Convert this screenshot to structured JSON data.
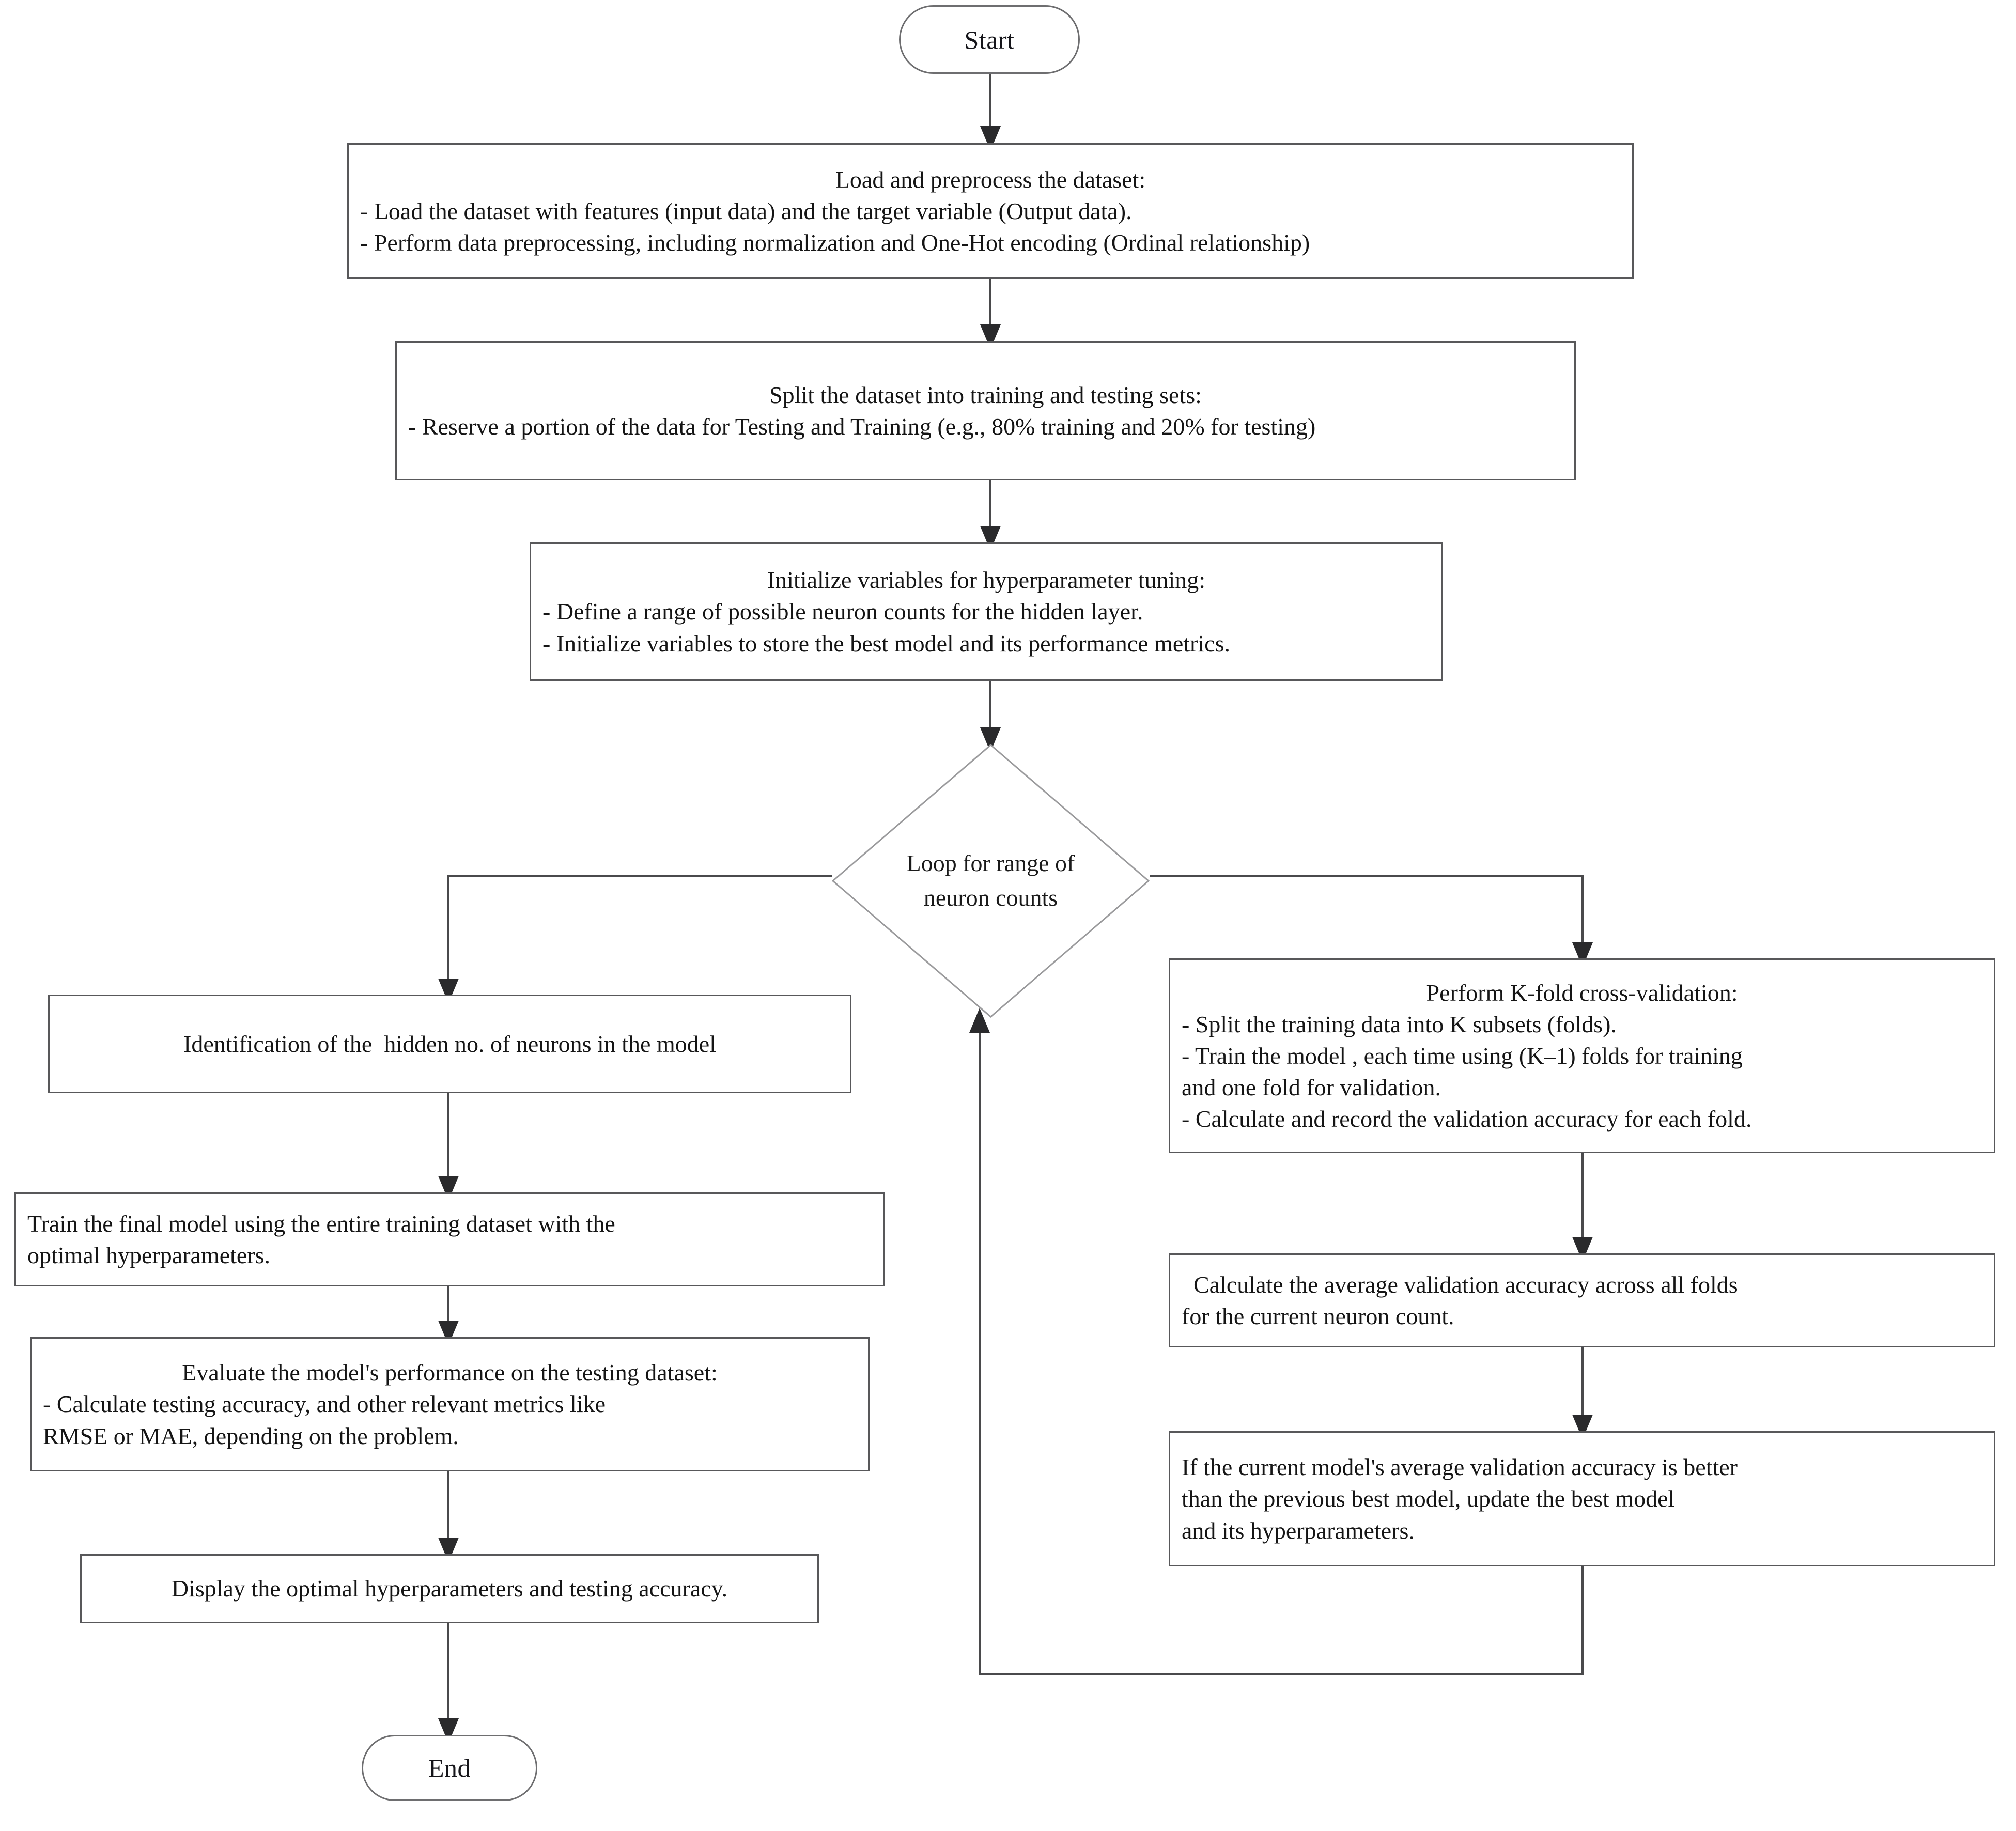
{
  "diagram": {
    "type": "flowchart",
    "title": "Hyperparameter tuning flowchart for neural network hidden neuron selection",
    "colors": {
      "box_border": "#58585a",
      "terminator_border": "#6e6e70",
      "edge": "#4a4a4c",
      "diamond_border": "#9a9a9c",
      "text": "#151515",
      "background": "#ffffff"
    }
  },
  "nodes": {
    "start": {
      "shape": "terminator",
      "label": "Start"
    },
    "load_preprocess": {
      "shape": "process",
      "lines": [
        {
          "text": "Load and preprocess the dataset:",
          "align": "center"
        },
        {
          "text": "- Load the dataset with features (input data) and the target variable (Output data).",
          "align": "left"
        },
        {
          "text": "- Perform data preprocessing, including normalization and One-Hot encoding (Ordinal relationship)",
          "align": "left"
        }
      ]
    },
    "split_dataset": {
      "shape": "process",
      "lines": [
        {
          "text": "Split the dataset into training and testing sets:",
          "align": "center"
        },
        {
          "text": "- Reserve a portion of the data for Testing and Training (e.g., 80% training and 20% for testing)",
          "align": "left"
        }
      ]
    },
    "init_variables": {
      "shape": "process",
      "lines": [
        {
          "text": "Initialize variables for hyperparameter tuning:",
          "align": "center"
        },
        {
          "text": "- Define a range of possible neuron counts for the hidden layer.",
          "align": "left"
        },
        {
          "text": "- Initialize variables to store the best model and its performance metrics.",
          "align": "left"
        }
      ]
    },
    "loop_decision": {
      "shape": "decision",
      "lines": [
        {
          "text": "Loop for range of",
          "align": "center"
        },
        {
          "text": "neuron counts",
          "align": "center"
        }
      ]
    },
    "identify_neurons": {
      "shape": "process",
      "lines": [
        {
          "text": "Identification of the  hidden no. of neurons in the model",
          "align": "center"
        }
      ]
    },
    "train_final_model": {
      "shape": "process",
      "lines": [
        {
          "text": "Train the final model using the entire training dataset with the",
          "align": "left"
        },
        {
          "text": "optimal hyperparameters.",
          "align": "left"
        }
      ]
    },
    "evaluate_model": {
      "shape": "process",
      "lines": [
        {
          "text": "Evaluate the model's performance on the testing dataset:",
          "align": "center"
        },
        {
          "text": "- Calculate testing accuracy, and other relevant metrics like",
          "align": "left"
        },
        {
          "text": "RMSE or MAE, depending on the problem.",
          "align": "left"
        }
      ]
    },
    "display_results": {
      "shape": "process",
      "lines": [
        {
          "text": "Display the optimal hyperparameters and testing accuracy.",
          "align": "center"
        }
      ]
    },
    "end": {
      "shape": "terminator",
      "label": "End"
    },
    "kfold_cv": {
      "shape": "process",
      "lines": [
        {
          "text": "Perform K-fold cross-validation:",
          "align": "center"
        },
        {
          "text": "- Split the training data into K subsets (folds).",
          "align": "left"
        },
        {
          "text": "- Train the model , each time using (K–1) folds for training",
          "align": "left"
        },
        {
          "text": "and one fold for validation.",
          "align": "left"
        },
        {
          "text": "- Calculate and record the validation accuracy for each fold.",
          "align": "left"
        }
      ]
    },
    "avg_validation": {
      "shape": "process",
      "lines": [
        {
          "text": "  Calculate the average validation accuracy across all folds",
          "align": "left"
        },
        {
          "text": "for the current neuron count.",
          "align": "left"
        }
      ]
    },
    "update_best": {
      "shape": "process",
      "lines": [
        {
          "text": "If the current model's average validation accuracy is better",
          "align": "left"
        },
        {
          "text": "than the previous best model, update the best model",
          "align": "left"
        },
        {
          "text": "and its hyperparameters.",
          "align": "left"
        }
      ]
    }
  },
  "edges": [
    {
      "from": "start",
      "to": "load_preprocess",
      "kind": "arrow-down"
    },
    {
      "from": "load_preprocess",
      "to": "split_dataset",
      "kind": "arrow-down"
    },
    {
      "from": "split_dataset",
      "to": "init_variables",
      "kind": "arrow-down"
    },
    {
      "from": "init_variables",
      "to": "loop_decision",
      "kind": "arrow-down"
    },
    {
      "from": "loop_decision",
      "to": "identify_neurons",
      "kind": "elbow-left-down"
    },
    {
      "from": "loop_decision",
      "to": "kfold_cv",
      "kind": "elbow-right-down"
    },
    {
      "from": "identify_neurons",
      "to": "train_final_model",
      "kind": "arrow-down"
    },
    {
      "from": "train_final_model",
      "to": "evaluate_model",
      "kind": "arrow-down"
    },
    {
      "from": "evaluate_model",
      "to": "display_results",
      "kind": "arrow-down"
    },
    {
      "from": "display_results",
      "to": "end",
      "kind": "arrow-down"
    },
    {
      "from": "kfold_cv",
      "to": "avg_validation",
      "kind": "arrow-down"
    },
    {
      "from": "avg_validation",
      "to": "update_best",
      "kind": "arrow-down"
    },
    {
      "from": "update_best",
      "to": "loop_decision",
      "kind": "loop-back-up"
    }
  ]
}
